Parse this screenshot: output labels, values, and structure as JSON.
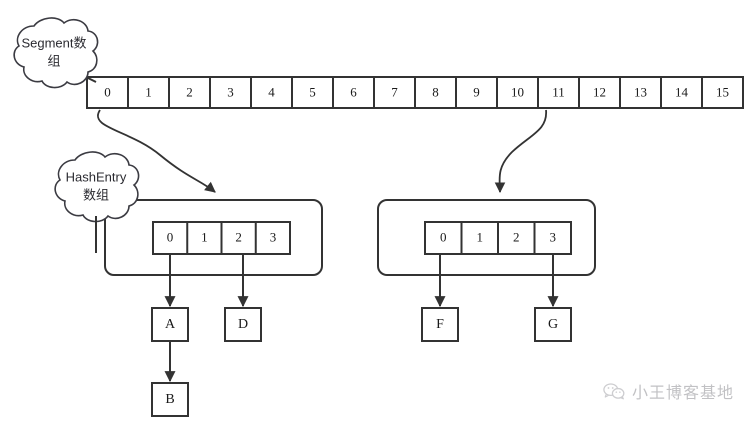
{
  "diagram": {
    "type": "concurrenthashmap-structure",
    "background": "#ffffff",
    "stroke_color": "#333333",
    "clouds": [
      {
        "id": "segment-cloud",
        "line1": "Segment数",
        "line2": "组"
      },
      {
        "id": "hashentry-cloud",
        "line1": "HashEntry",
        "line2": "数组"
      }
    ],
    "segment_array": {
      "name": "Segment数组",
      "cells": [
        "0",
        "1",
        "2",
        "3",
        "4",
        "5",
        "6",
        "7",
        "8",
        "9",
        "10",
        "11",
        "12",
        "13",
        "14",
        "15"
      ],
      "linked_cells": [
        "0",
        "11"
      ]
    },
    "hashentry_arrays": [
      {
        "id": "hashentry-array-left",
        "from_segment": "0",
        "cells": [
          "0",
          "1",
          "2",
          "3"
        ],
        "linked_cells": [
          "0",
          "2"
        ]
      },
      {
        "id": "hashentry-array-right",
        "from_segment": "11",
        "cells": [
          "0",
          "1",
          "2",
          "3"
        ],
        "linked_cells": [
          "0",
          "3"
        ]
      }
    ],
    "entry_nodes": [
      {
        "id": "node-a",
        "label": "A",
        "from": "hashentry-array-left.0",
        "next": "node-b"
      },
      {
        "id": "node-b",
        "label": "B",
        "from": "node-a",
        "next": null
      },
      {
        "id": "node-d",
        "label": "D",
        "from": "hashentry-array-left.2",
        "next": null
      },
      {
        "id": "node-f",
        "label": "F",
        "from": "hashentry-array-right.0",
        "next": null
      },
      {
        "id": "node-g",
        "label": "G",
        "from": "hashentry-array-right.3",
        "next": null
      }
    ]
  },
  "watermark": {
    "label": "小王博客基地",
    "icon": "wechat-icon",
    "color": "#6e6e74"
  }
}
